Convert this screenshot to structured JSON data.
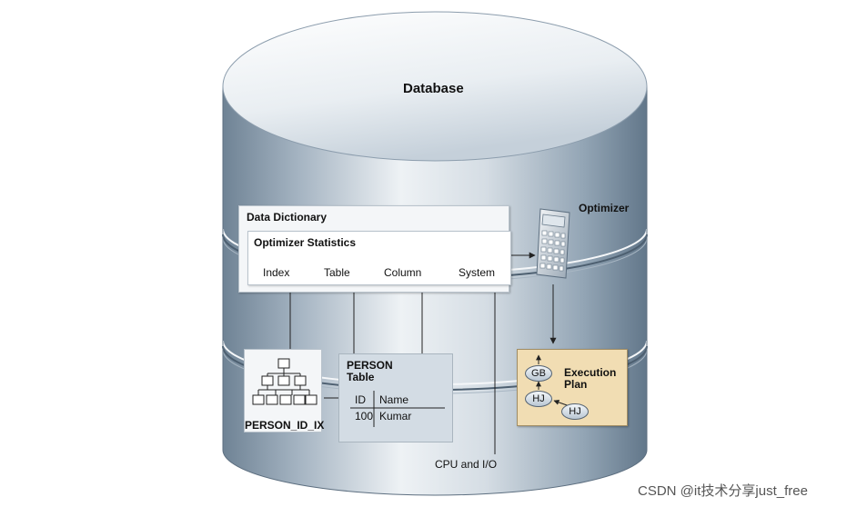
{
  "database_label": "Database",
  "optimizer_label": "Optimizer",
  "data_dictionary": {
    "title": "Data Dictionary",
    "optimizer_statistics": {
      "title": "Optimizer Statistics",
      "items": [
        "Index",
        "Table",
        "Column",
        "System"
      ]
    }
  },
  "index": {
    "label": "PERSON_ID_IX"
  },
  "person_table": {
    "title_line1": "PERSON",
    "title_line2": "Table",
    "columns": [
      "ID",
      "Name"
    ],
    "row": [
      "100",
      "Kumar"
    ]
  },
  "execution_plan": {
    "title_line1": "Execution",
    "title_line2": "Plan",
    "nodes": [
      "GB",
      "HJ",
      "HJ"
    ]
  },
  "cpu_io_label": "CPU and I/O",
  "watermark": "CSDN @it技术分享just_free",
  "icons": [
    "calculator-icon",
    "tree-index-icon"
  ]
}
